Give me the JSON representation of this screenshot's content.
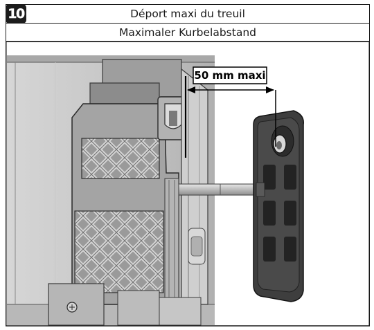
{
  "step": {
    "number": "10"
  },
  "titles": {
    "french": "Déport maxi du treuil",
    "german": "Maximaler Kurbelabstand"
  },
  "dimension": {
    "label": "50 mm maxi"
  },
  "icons": {
    "step_badge": "numbered-step-badge",
    "crank_handle": "crank-handle-icon"
  }
}
